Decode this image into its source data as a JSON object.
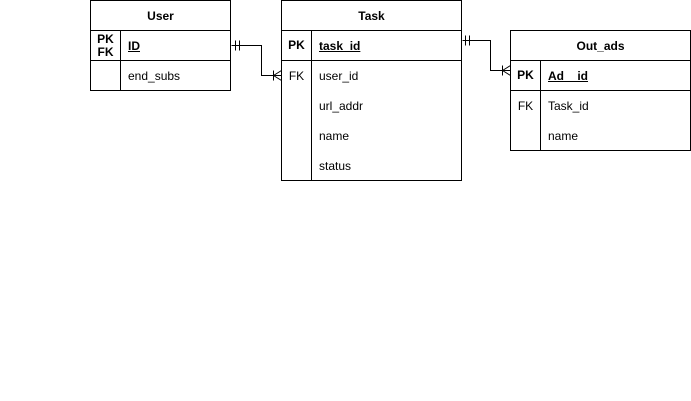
{
  "entities": {
    "user": {
      "title": "User",
      "pk_key": "PK\nFK",
      "pk_field": "ID",
      "fields": [
        {
          "key": "",
          "name": "end_subs"
        }
      ]
    },
    "task": {
      "title": "Task",
      "pk_key": "PK",
      "pk_field": "task_id",
      "fields": [
        {
          "key": "FK",
          "name": "user_id"
        },
        {
          "key": "",
          "name": "url_addr"
        },
        {
          "key": "",
          "name": "name"
        },
        {
          "key": "",
          "name": "status"
        }
      ]
    },
    "out_ads": {
      "title": "Out_ads",
      "pk_key": "PK",
      "pk_field": "Ad__id",
      "fields": [
        {
          "key": "FK",
          "name": "Task_id"
        },
        {
          "key": "",
          "name": "name"
        }
      ]
    }
  },
  "relationships": [
    {
      "from": "user.ID",
      "to": "task.user_id",
      "from_cardinality": "one-and-only-one",
      "to_cardinality": "one-or-many"
    },
    {
      "from": "task.task_id",
      "to": "out_ads.Ad__id",
      "from_cardinality": "one-and-only-one",
      "to_cardinality": "one-or-many"
    }
  ]
}
